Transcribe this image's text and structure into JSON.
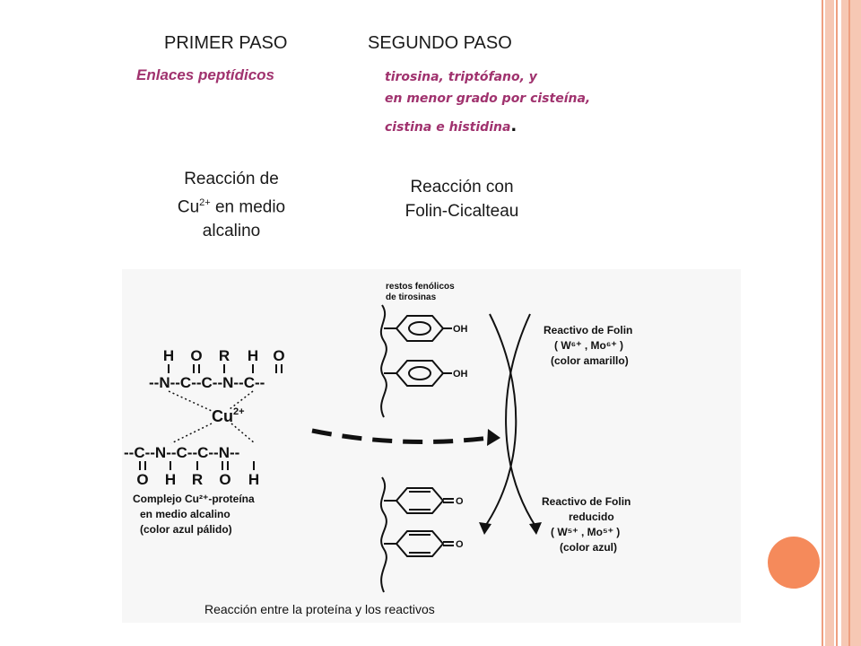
{
  "headings": {
    "primer_paso": "PRIMER PASO",
    "segundo_paso": "SEGUNDO PASO"
  },
  "first_step": {
    "bond": "Enlaces peptídicos",
    "reaction_line1": "Reacción de",
    "reaction_cu": "Cu",
    "reaction_sup": "2+",
    "reaction_line2_rest": " en medio",
    "reaction_line3": "alcalino"
  },
  "second_step": {
    "amino_line1": "tirosina, triptófano, y",
    "amino_line2": "en menor grado por cisteína,",
    "amino_line3": "cistina e histidina",
    "amino_line3_end": ".",
    "reaction_line1": "Reacción con",
    "reaction_line2": "Folin-Cicalteau"
  },
  "figure": {
    "peptide_top_atoms": [
      "H",
      "O",
      "R",
      "H",
      "O"
    ],
    "peptide_top_chain": "--N--C--C--N--C--",
    "cu_label": "Cu",
    "cu_charge": "2+",
    "peptide_bottom_chain": "--C--N--C--C--N--",
    "peptide_bottom_atoms": [
      "O",
      "H",
      "R",
      "O",
      "H"
    ],
    "complex_label": [
      "Complejo Cu²⁺-proteína",
      "en medio alcalino",
      "(color azul pálido)"
    ],
    "phenol_label": [
      "restos fenólicos",
      "de tirosinas"
    ],
    "oh_label": "OH",
    "o_label": "O",
    "folin_reagent": [
      "Reactivo de Folin",
      "( W⁶⁺ , Mo⁶⁺ )",
      "(color amarillo)"
    ],
    "folin_reduced": [
      "Reactivo de Folin",
      "reducido",
      "( W⁵⁺ , Mo⁵⁺ )",
      "(color azul)"
    ],
    "caption": "Reacción entre la proteína y los reactivos"
  },
  "colors": {
    "accent_orange": "#f58a5b",
    "stripe_pink": "#f6c8b4",
    "stripe_line": "#ee9f80",
    "bond_text": "#a0326e"
  }
}
